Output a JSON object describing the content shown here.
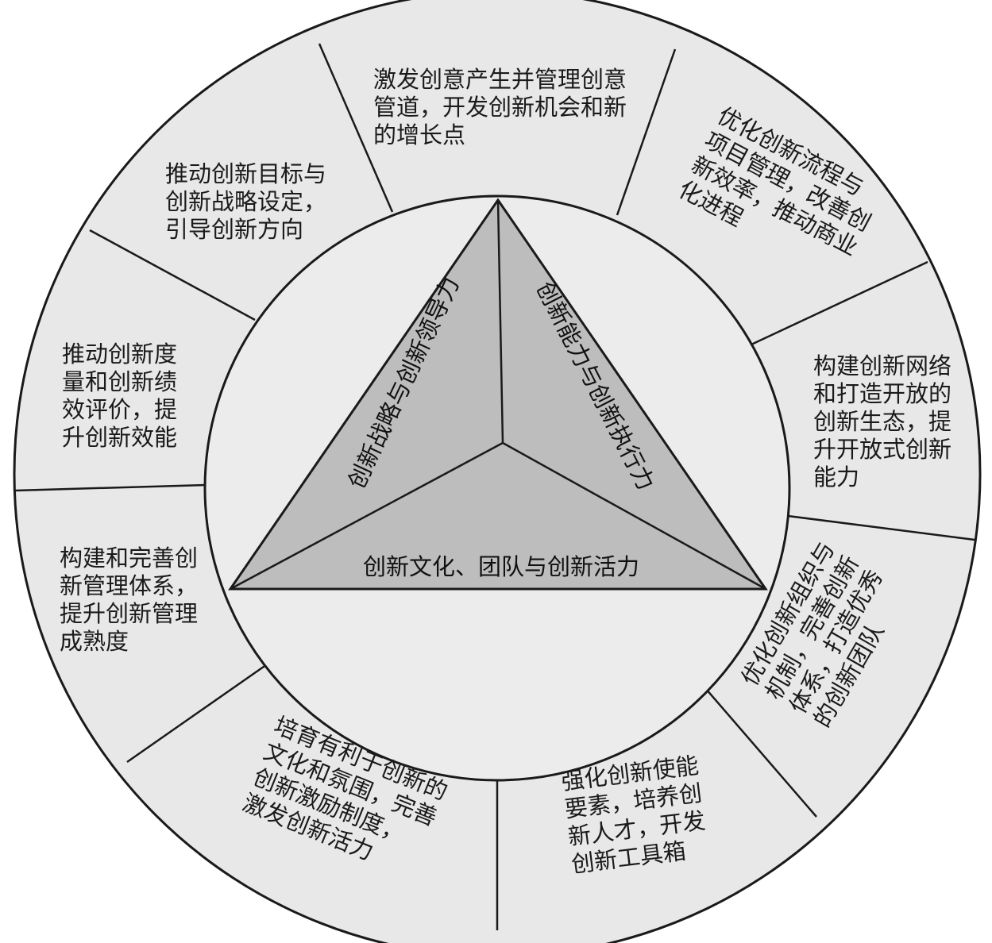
{
  "colors": {
    "outer_ring": "#e8e8e8",
    "inner_circle": "#ececec",
    "triangle": "#bdbdbd",
    "stroke": "#1a1a1a"
  },
  "triangle": {
    "left_label": "创新战略与创新领导力",
    "right_label": "创新能力与创新执行力",
    "bottom_label": "创新文化、团队与创新活力"
  },
  "segments": [
    {
      "id": "top",
      "lines": [
        "激发创意产生并管理创意",
        "管道，开发创新机会和新",
        "的增长点"
      ]
    },
    {
      "id": "top-right",
      "lines": [
        "优化创新流程与",
        "项目管理，改善创",
        "新效率，推动商业",
        "化进程"
      ]
    },
    {
      "id": "right",
      "lines": [
        "构建创新网络",
        "和打造开放的",
        "创新生态，提",
        "升开放式创新",
        "能力"
      ]
    },
    {
      "id": "lower-right",
      "lines": [
        "优化创新组织与",
        "机制，完善创新",
        "体系，打造优秀",
        "的创新团队"
      ]
    },
    {
      "id": "bottom-right",
      "lines": [
        "强化创新使能",
        "要素，培养创",
        "新人才，开发",
        "创新工具箱"
      ]
    },
    {
      "id": "bottom-left",
      "lines": [
        "培育有利于创新的",
        "文化和氛围，完善",
        "创新激励制度，",
        "激发创新活力"
      ]
    },
    {
      "id": "left-lower",
      "lines": [
        "构建和完善创",
        "新管理体系，",
        "提升创新管理",
        "成熟度"
      ]
    },
    {
      "id": "left",
      "lines": [
        "推动创新度",
        "量和创新绩",
        "效评价，提",
        "升创新效能"
      ]
    },
    {
      "id": "top-left",
      "lines": [
        "推动创新目标与",
        "创新战略设定，",
        "引导创新方向"
      ]
    }
  ]
}
